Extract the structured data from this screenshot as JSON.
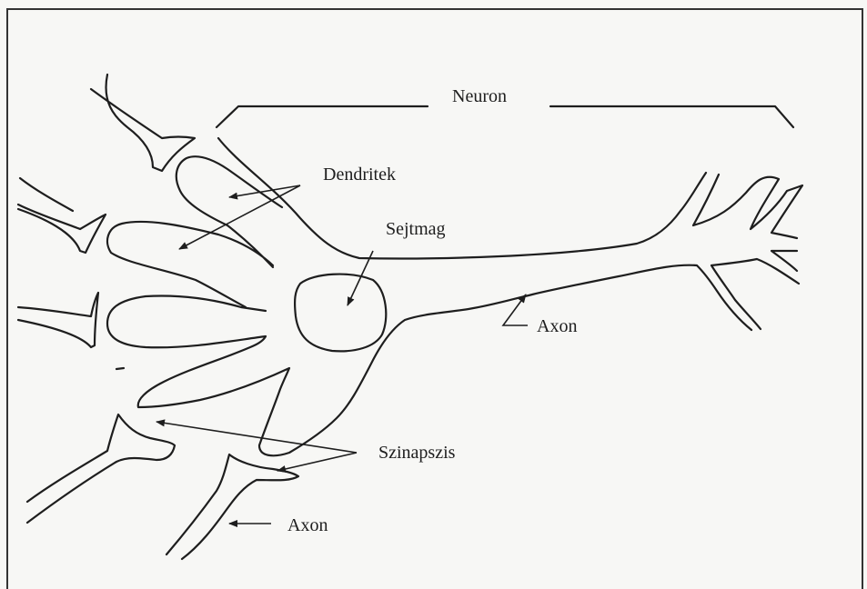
{
  "diagram": {
    "labels": {
      "neuron": "Neuron",
      "dendrites": "Dendritek",
      "nucleus": "Sejtmag",
      "axon_main": "Axon",
      "synapse": "Szinapszis",
      "axon_incoming": "Axon"
    },
    "colors": {
      "ink": "#1e1e1e",
      "paper": "#f7f7f5"
    }
  }
}
